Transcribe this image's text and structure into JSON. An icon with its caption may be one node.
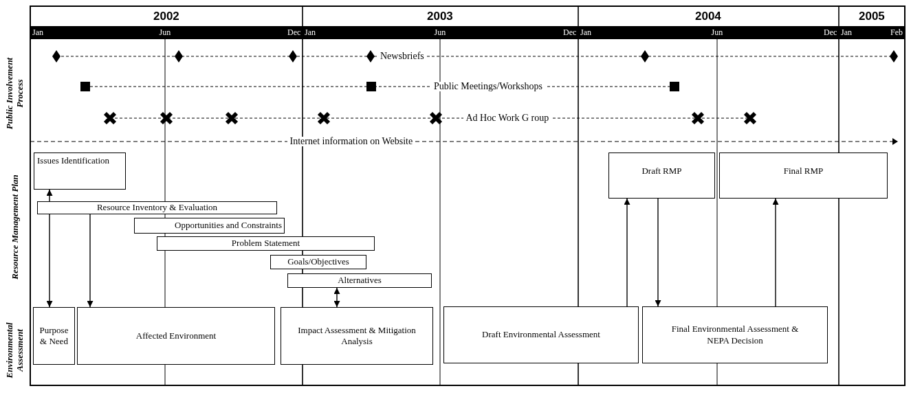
{
  "diagram": {
    "nodes": [
      {
        "text": [
          "Issues Identification"
        ]
      },
      {
        "text": [
          "Resource Inventory & Evaluation"
        ]
      },
      {
        "text": [
          "Opportunities and Constraints"
        ]
      },
      {
        "text": [
          "Problem Statement"
        ]
      },
      {
        "text": [
          "Goals/Objectives"
        ]
      },
      {
        "text": [
          "Alternatives"
        ]
      },
      {
        "text": [
          "Purpose & Need"
        ]
      },
      {
        "text": [
          "Affected Environment"
        ]
      },
      {
        "text": [
          "Impact Assessment & Mitigation Analysis"
        ]
      },
      {
        "text": [
          "Draft Environmental Assessment"
        ]
      },
      {
        "text": [
          "Final Environmental Assessment & NEPA Decision"
        ]
      },
      {
        "text": [
          "Draft RMP"
        ]
      },
      {
        "text": [
          "Final RMP"
        ]
      }
    ],
    "edges": [
      {
        "from": 1,
        "to": 0,
        "arrow": "to"
      },
      {
        "from": 1,
        "to": 6,
        "arrow": "to"
      },
      {
        "from": 1,
        "to": 7,
        "arrow": "to"
      },
      {
        "from": 5,
        "to": 8,
        "arrow": "both"
      },
      {
        "from": 9,
        "to": 11,
        "arrow": "to"
      },
      {
        "from": 11,
        "to": 10,
        "arrow": "to"
      },
      {
        "from": 10,
        "to": 12,
        "arrow": "to"
      }
    ],
    "labels": [
      "2002",
      "2003",
      "2004",
      "2005",
      "Jan",
      "Jun",
      "Dec",
      "Jan",
      "Jun",
      "Dec",
      "Jan",
      "Jun",
      "Dec",
      "Jan",
      "Feb",
      "Newsbriefs",
      "Public Meetings/Workshops",
      "Ad Hoc Work G roup",
      "Internet information on Website",
      "Public Involvement Process",
      "Resource Management Plan",
      "Environmental Assessment"
    ]
  }
}
